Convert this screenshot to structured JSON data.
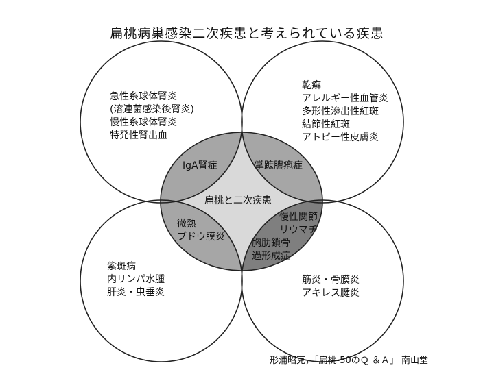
{
  "title": "扁桃病巣感染二次疾患と考えられている疾患",
  "center_label": "扁桃と二次疾患",
  "overlaps": {
    "top_left": [
      "IgA腎症"
    ],
    "top_right": [
      "掌蹠膿疱症"
    ],
    "bottom_left": [
      "微熱",
      "ブドウ膜炎"
    ],
    "bottom_right": [
      "慢性関節",
      "リウマチ",
      "胸肋鎖骨",
      "過形成症"
    ]
  },
  "circles": {
    "top_left": [
      "急性糸球体腎炎",
      "(溶連菌感染後腎炎)",
      "慢性糸球体腎炎",
      "特発性腎出血"
    ],
    "top_right": [
      "乾癬",
      "アレルギー性血管炎",
      "多形性滲出性紅斑",
      "結節性紅斑",
      "アトピー性皮膚炎"
    ],
    "bottom_left": [
      "紫斑病",
      "内リンパ水腫",
      "肝炎・虫垂炎"
    ],
    "bottom_right": [
      "筋炎・骨膜炎",
      "アキレス腱炎"
    ]
  },
  "source": "形浦昭克，「扁桃-50のＱ ＆Ａ」 南山堂"
}
